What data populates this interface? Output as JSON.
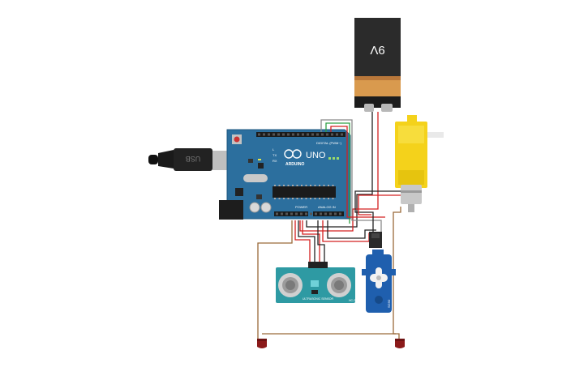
{
  "battery": {
    "label": "9V"
  },
  "arduino": {
    "brand": "ARDUINO",
    "model": "UNO",
    "digital_label": "DIGITAL (PWM~)",
    "power_label": "POWER",
    "analog_label": "ANALOG IN",
    "tx_label": "TX",
    "rx_label": "RX",
    "l_label": "L"
  },
  "usb": {
    "label": "USB"
  },
  "ultrasonic": {
    "label": "HC-SR04",
    "sub_label": "ULTRASONIC SENSOR"
  },
  "servo": {
    "label": "SG90"
  },
  "wire_colors": {
    "red": "#d42020",
    "black": "#222222",
    "green": "#2ea043",
    "gray": "#8a8a8a",
    "brown": "#9a6a3a",
    "orange": "#e07a1f"
  }
}
